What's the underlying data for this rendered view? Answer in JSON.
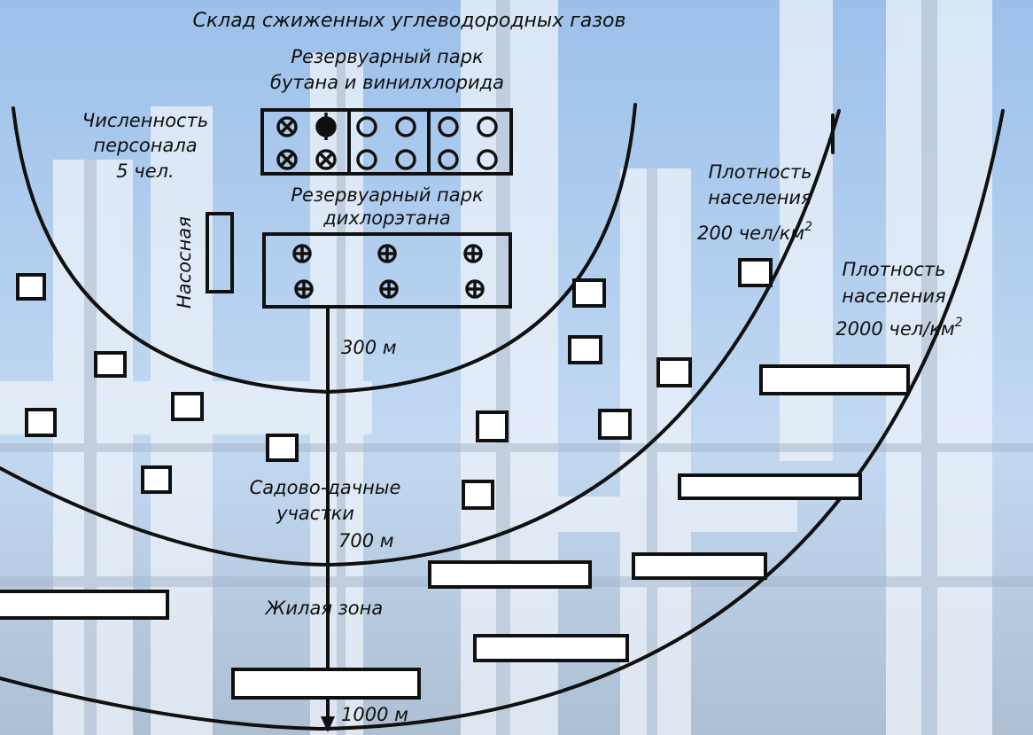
{
  "title": "Склад сжиженных углеводородных газов",
  "tank_park_butane": {
    "line1": "Резервуарный парк",
    "line2": "бутана и винилхлорида"
  },
  "tank_park_dichloroethane": {
    "line1": "Резервуарный парк",
    "line2": "дихлорэтана"
  },
  "staff": {
    "line1": "Численность",
    "line2": "персонала",
    "line3": "5 чел."
  },
  "pump_station": "Насосная",
  "density_200": {
    "line1": "Плотность",
    "line2": "населения",
    "value": "200 чел/км",
    "exp": "2"
  },
  "density_2000": {
    "line1": "Плотность",
    "line2": "населения",
    "value": "2000 чел/км",
    "exp": "2"
  },
  "distance_300": "300 м",
  "garden_plots": {
    "line1": "Садово-дачные",
    "line2": "участки"
  },
  "distance_700": "700 м",
  "residential_zone": "Жилая зона",
  "distance_1000": "1000 м",
  "colors": {
    "background": "#b9d3f2",
    "ink": "#101010",
    "factory": "#e8eef6"
  }
}
